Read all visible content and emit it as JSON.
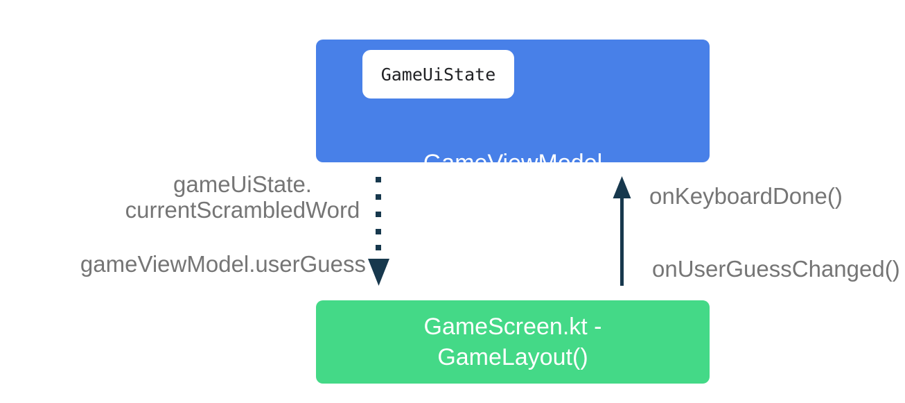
{
  "colors": {
    "viewmodel_box": "#4880E8",
    "screen_box": "#44D987",
    "arrow": "#17384D",
    "label": "#757575",
    "badge_bg": "#FFFFFF",
    "badge_text": "#202124",
    "box_text": "#FFFFFF"
  },
  "viewmodel_box": {
    "badge": "GameUiState",
    "title": "GameViewModel"
  },
  "screen_box": {
    "title_line1": "GameScreen.kt -",
    "title_line2": "GameLayout()"
  },
  "state_flow": {
    "line1": "gameUiState.",
    "line2": "currentScrambledWord",
    "user_guess": "gameViewModel.userGuess"
  },
  "events": {
    "keyboard_done": "onKeyboardDone()",
    "user_guess_changed": "onUserGuessChanged()"
  }
}
